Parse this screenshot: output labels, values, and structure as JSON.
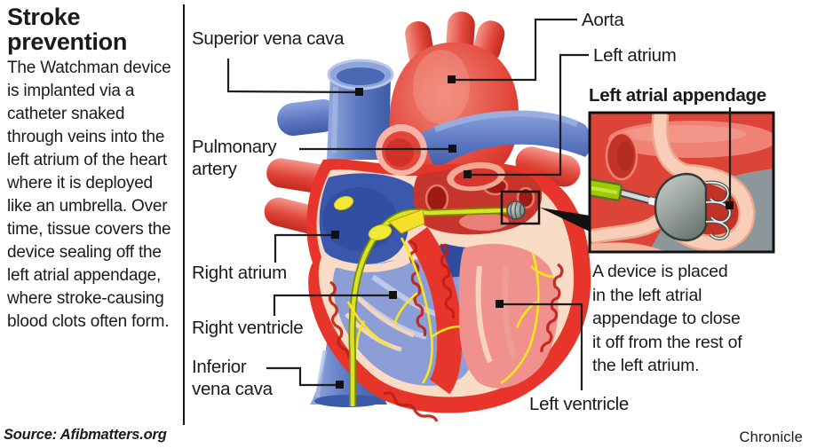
{
  "page": {
    "credit": "Chronicle"
  },
  "left_panel": {
    "title": "Stroke prevention",
    "body": "The Watchman device is implanted via a catheter snaked through veins into the left atrium of the heart where it is deployed like an umbrella. Over time, tissue covers the device sealing off the left atrial appendage, where stroke-causing blood clots often form.",
    "source": "Source: Afibmatters.org"
  },
  "diagram": {
    "labels": {
      "superior_vena_cava": "Superior vena cava",
      "pulmonary_artery": "Pulmonary artery",
      "right_atrium": "Right atrium",
      "right_ventricle": "Right ventricle",
      "inferior_vena_cava": "Inferior vena cava",
      "aorta": "Aorta",
      "left_atrium": "Left atrium",
      "left_ventricle": "Left ventricle"
    },
    "inset": {
      "title": "Left atrial appendage",
      "caption": "A device is placed in the left atrial appendage to close it off from the rest of the left atrium."
    },
    "colors": {
      "artery_red": "#e2453a",
      "artery_red_dark": "#c02b20",
      "vein_blue": "#5b77c1",
      "chamber_blue": "#3b58ad",
      "ventricle_periwinkle": "#8d9ed6",
      "lining_cream": "#f9dcc6",
      "conduction_yellow": "#f2e838",
      "catheter_green": "#9ecb00",
      "device_gray": "#9aa5a3",
      "inset_gray": "#8d979b",
      "leader_black": "#1d1d1d"
    }
  }
}
